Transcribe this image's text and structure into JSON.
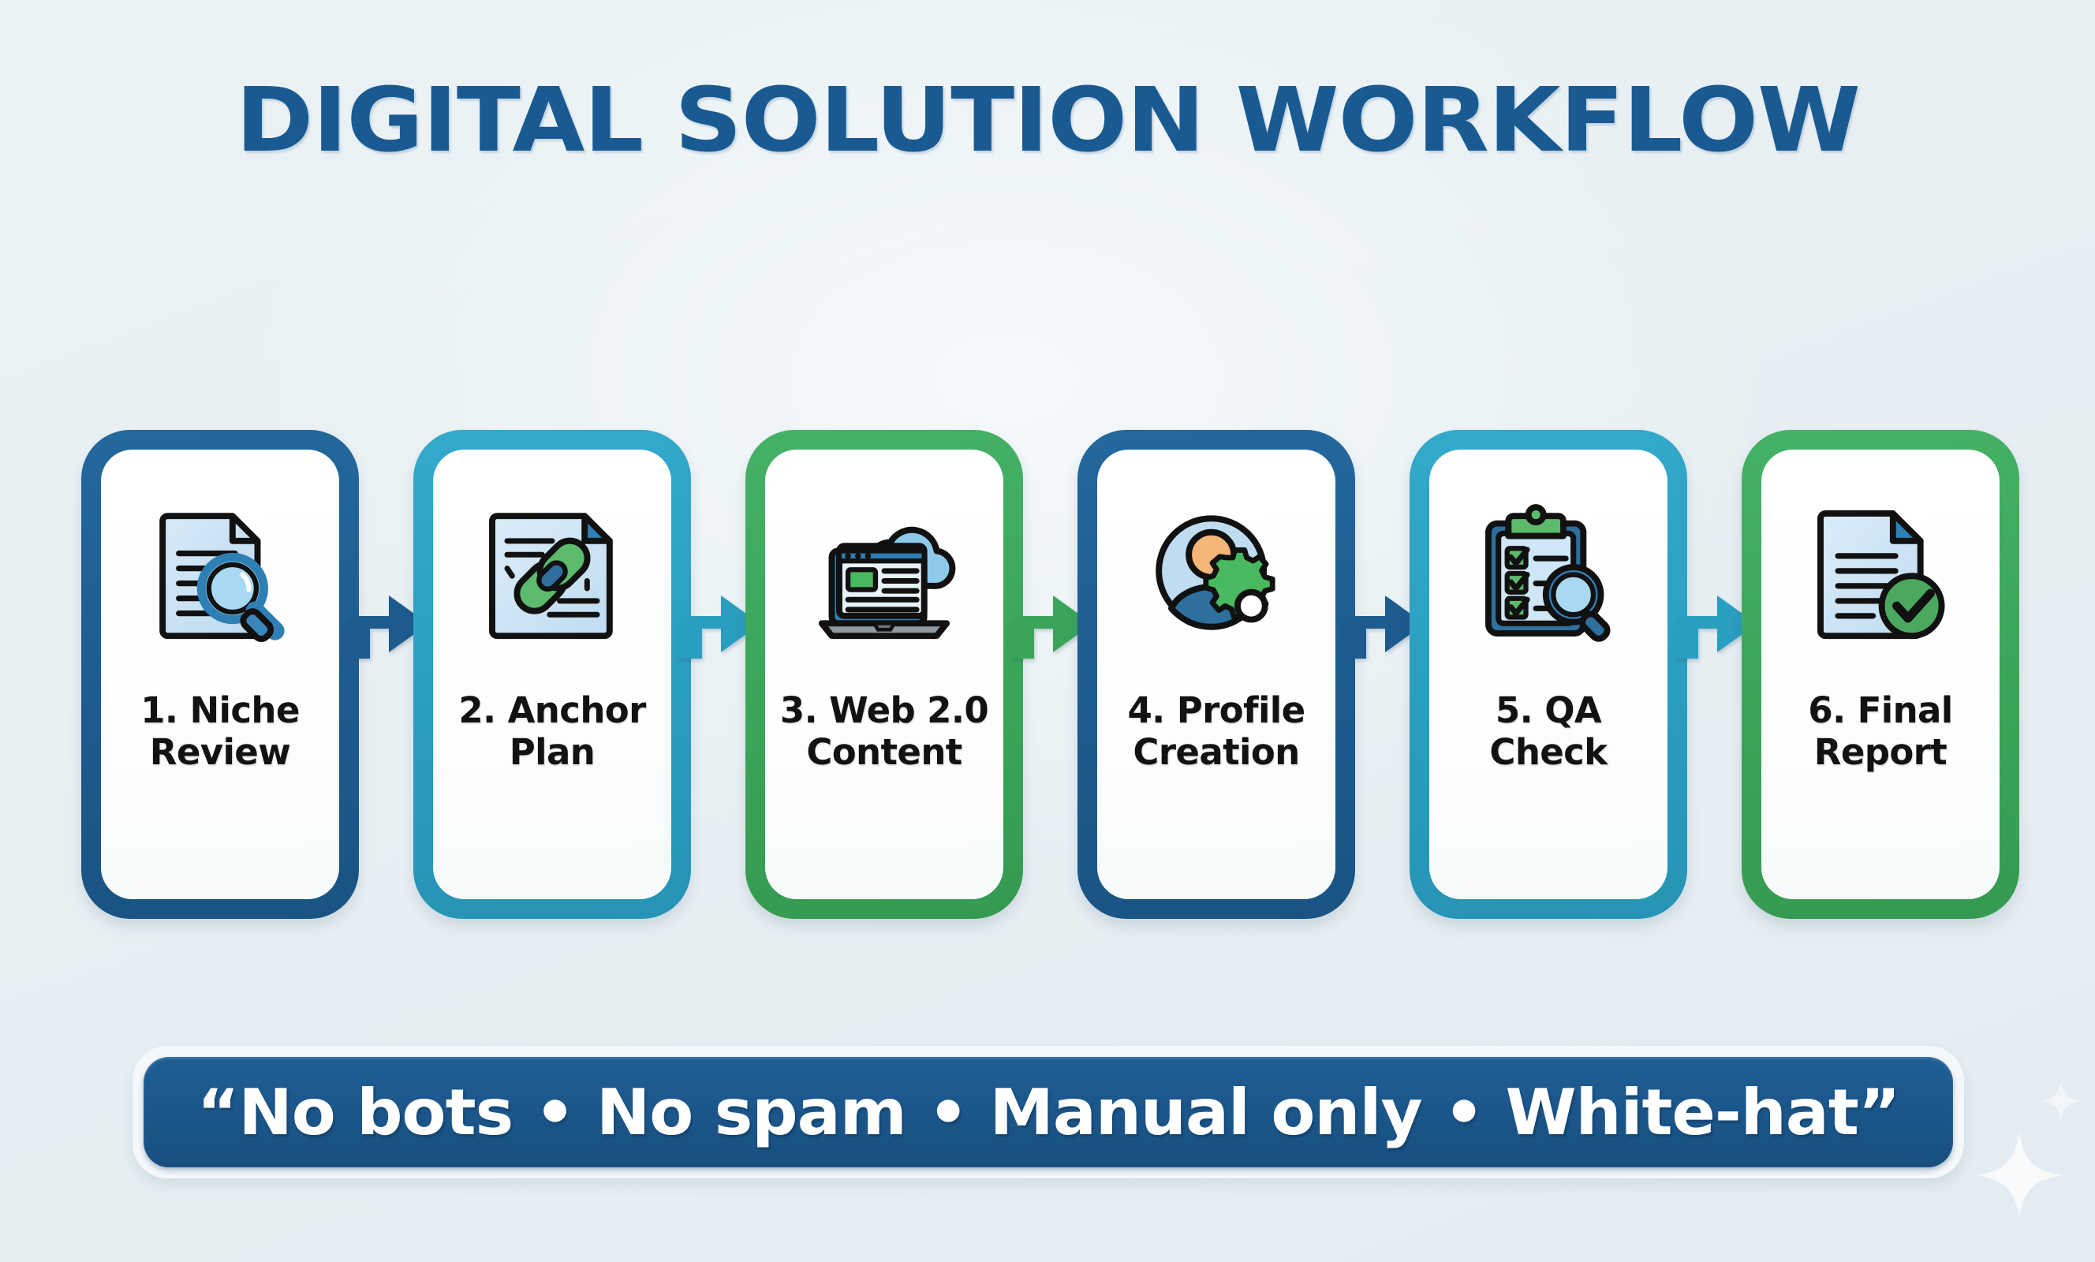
{
  "header": {
    "title": "DIGITAL SOLUTION WORKFLOW",
    "title_color": "#1a5a92"
  },
  "theme": {
    "background": "#e7eff3",
    "blue": "#1d5b8e",
    "teal": "#2a9ec0",
    "green": "#3aa558",
    "text": "#121212",
    "card_bg": "#ffffff"
  },
  "workflow": {
    "steps": [
      {
        "number": "1.",
        "label_line1": "1. Niche",
        "label_line2": "Review",
        "icon": "document-magnifier-icon",
        "accent": "#1d5b8e"
      },
      {
        "number": "2.",
        "label_line1": "2. Anchor",
        "label_line2": "Plan",
        "icon": "document-chain-link-icon",
        "accent": "#2a9ec0"
      },
      {
        "number": "3.",
        "label_line1": "3. Web 2.0",
        "label_line2": "Content",
        "icon": "laptop-cloud-icon",
        "accent": "#3aa558"
      },
      {
        "number": "4.",
        "label_line1": "4. Profile",
        "label_line2": "Creation",
        "icon": "user-avatar-gear-icon",
        "accent": "#1d5b8e"
      },
      {
        "number": "5.",
        "label_line1": "5. QA",
        "label_line2": "Check",
        "icon": "clipboard-checklist-magnifier-icon",
        "accent": "#2a9ec0"
      },
      {
        "number": "6.",
        "label_line1": "6. Final",
        "label_line2": "Report",
        "icon": "document-check-circle-icon",
        "accent": "#3aa558"
      }
    ],
    "connectors": [
      {
        "icon": "arrow-right-icon",
        "color": "#1d5b8e"
      },
      {
        "icon": "arrow-right-icon",
        "color": "#2a9ec0"
      },
      {
        "icon": "arrow-right-icon",
        "color": "#3aa558"
      },
      {
        "icon": "arrow-right-icon",
        "color": "#1d5b8e"
      },
      {
        "icon": "arrow-right-icon",
        "color": "#2a9ec0"
      }
    ]
  },
  "banner": {
    "text": "“No bots • No spam • Manual only • White-hat”",
    "background": "#1b5589",
    "text_color": "#ffffff"
  },
  "decorations": [
    {
      "icon": "sparkle-icon"
    },
    {
      "icon": "sparkle-icon"
    }
  ]
}
